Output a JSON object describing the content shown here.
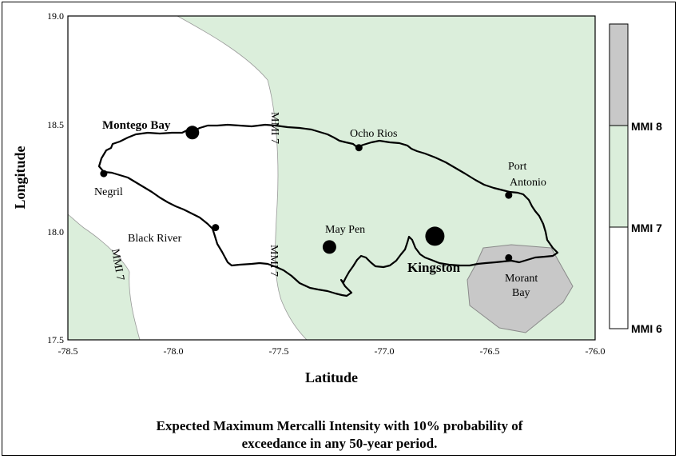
{
  "map": {
    "x_axis": {
      "title": "Latitude",
      "ticks": [
        "-78.5",
        "-78.0",
        "-77.5",
        "-77.0",
        "-76.5",
        "-76.0"
      ]
    },
    "y_axis": {
      "title": "Longitude",
      "ticks": [
        "19.0",
        "18.5",
        "18.0",
        "17.5"
      ]
    },
    "extent": {
      "lon": [
        -78.5,
        -76.0
      ],
      "lat": [
        17.5,
        19.0
      ]
    },
    "places": [
      {
        "name": "Montego Bay",
        "lon": -77.91,
        "lat": 18.46,
        "size": "large"
      },
      {
        "name": "Negril",
        "lon": -78.33,
        "lat": 18.27,
        "size": "small"
      },
      {
        "name": "Black River",
        "lon": -77.8,
        "lat": 18.02,
        "size": "small"
      },
      {
        "name": "Ocho Rios",
        "lon": -77.12,
        "lat": 18.39,
        "size": "small"
      },
      {
        "name": "Port Antonio",
        "lon": -76.41,
        "lat": 18.17,
        "size": "small"
      },
      {
        "name": "May Pen",
        "lon": -77.26,
        "lat": 17.93,
        "size": "large"
      },
      {
        "name": "Kingston",
        "lon": -76.76,
        "lat": 17.98,
        "size": "largest"
      },
      {
        "name": "Morant Bay",
        "lon": -76.41,
        "lat": 17.88,
        "size": "small"
      }
    ],
    "contour_labels": [
      "MMI 7",
      "MMI 7",
      "MMI 7"
    ],
    "colors": {
      "zone_mmi_6_7": "#ffffff",
      "zone_mmi_7_8": "#dbeedb",
      "zone_mmi_8_plus": "#c8c8c8",
      "coastline": "#000000"
    }
  },
  "legend": {
    "items": [
      {
        "label": "MMI 8",
        "color": "#c8c8c8"
      },
      {
        "label": "MMI 7",
        "color": "#dbeedb"
      },
      {
        "label": "MMI 6",
        "color": "#ffffff"
      }
    ]
  },
  "caption": {
    "line1": "Expected Maximum Mercalli Intensity with 10% probability of",
    "line2": "exceedance in any 50-year period."
  }
}
